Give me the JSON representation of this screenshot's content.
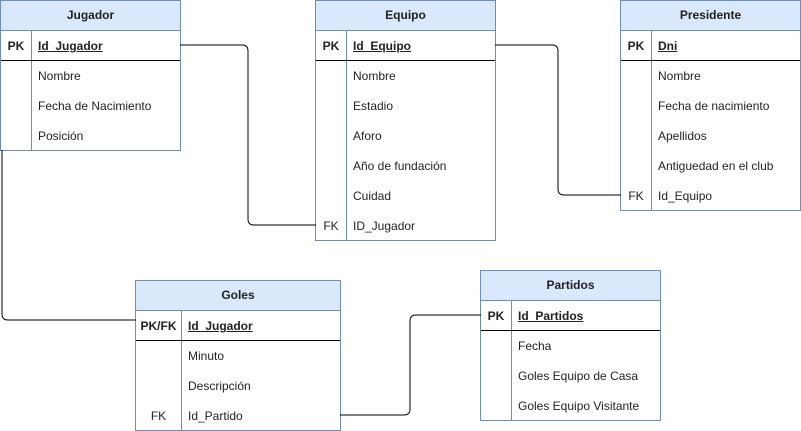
{
  "entities": {
    "jugador": {
      "title": "Jugador",
      "pk": {
        "key": "PK",
        "field": "Id_Jugador"
      },
      "rows": [
        {
          "key": "",
          "field": "Nombre"
        },
        {
          "key": "",
          "field": "Fecha de Nacimiento"
        },
        {
          "key": "",
          "field": "Posición"
        }
      ]
    },
    "equipo": {
      "title": "Equipo",
      "pk": {
        "key": "PK",
        "field": "Id_Equipo"
      },
      "rows": [
        {
          "key": "",
          "field": "Nombre"
        },
        {
          "key": "",
          "field": "Estadio"
        },
        {
          "key": "",
          "field": "Aforo"
        },
        {
          "key": "",
          "field": "Año de fundación"
        },
        {
          "key": "",
          "field": "Cuidad"
        },
        {
          "key": "FK",
          "field": "ID_Jugador"
        }
      ]
    },
    "presidente": {
      "title": "Presidente",
      "pk": {
        "key": "PK",
        "field": "Dni"
      },
      "rows": [
        {
          "key": "",
          "field": "Nombre"
        },
        {
          "key": "",
          "field": "Fecha de nacimiento"
        },
        {
          "key": "",
          "field": "Apellidos"
        },
        {
          "key": "",
          "field": "Antiguedad en el club"
        },
        {
          "key": "FK",
          "field": "Id_Equipo"
        }
      ]
    },
    "goles": {
      "title": "Goles",
      "pk": {
        "key": "PK/FK",
        "field": "Id_Jugador"
      },
      "rows": [
        {
          "key": "",
          "field": "Minuto"
        },
        {
          "key": "",
          "field": "Descripción"
        },
        {
          "key": "FK",
          "field": "Id_Partido"
        }
      ]
    },
    "partidos": {
      "title": "Partidos",
      "pk": {
        "key": "PK",
        "field": "Id_Partidos"
      },
      "rows": [
        {
          "key": "",
          "field": "Fecha"
        },
        {
          "key": "",
          "field": "Goles Equipo de Casa"
        },
        {
          "key": "",
          "field": "Goles Equipo Visitante"
        }
      ]
    }
  },
  "colors": {
    "header_fill": "#dae8fc",
    "border": "#6c8ebf",
    "connector": "#000000"
  }
}
